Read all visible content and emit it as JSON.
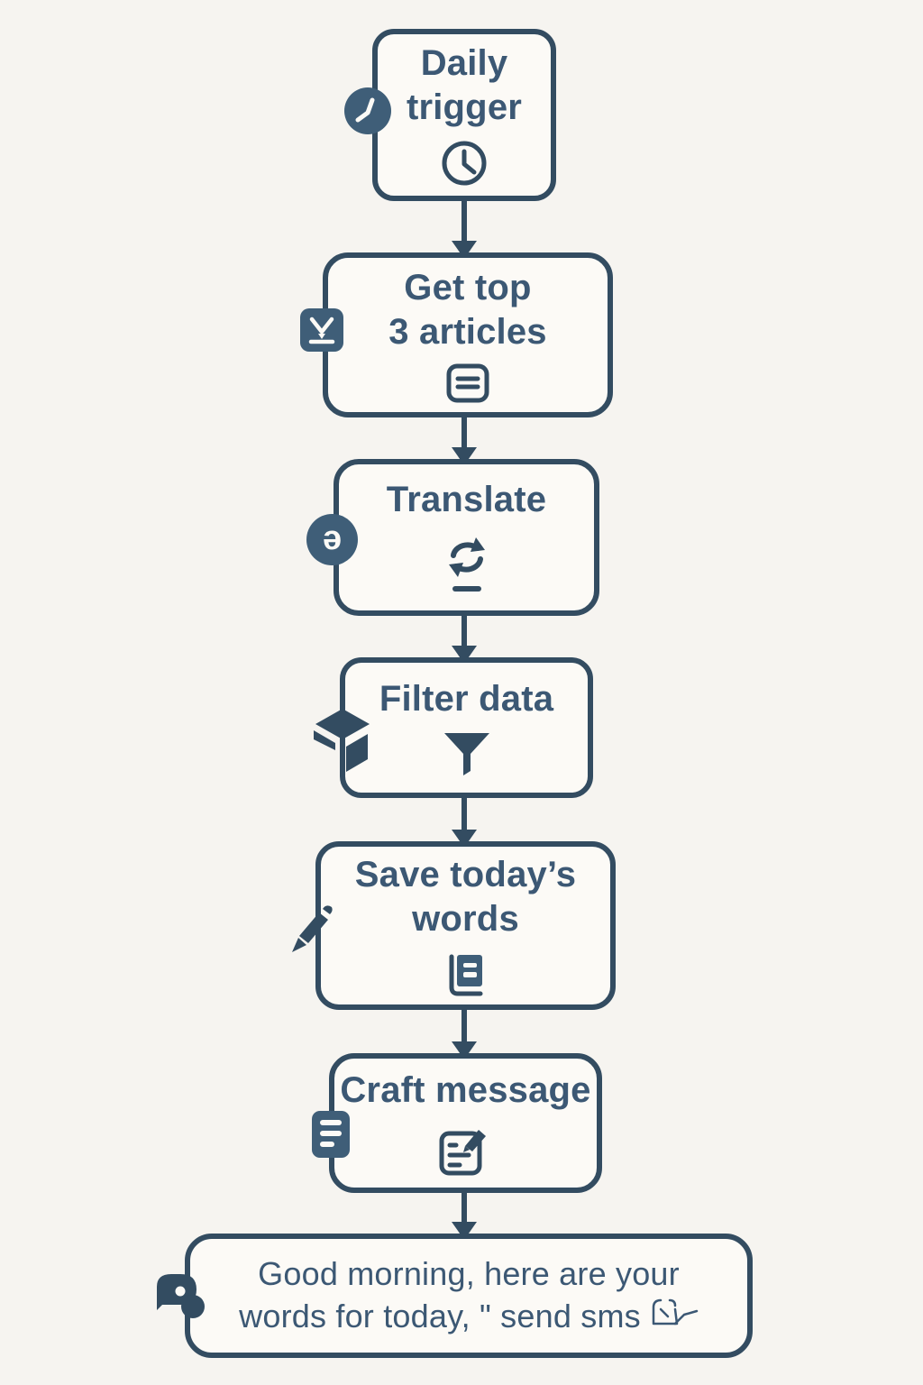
{
  "colors": {
    "background": "#f6f4f0",
    "box_fill": "#fcfaf6",
    "ink": "#334c61",
    "text": "#3c5874",
    "badge_fill": "#3f5e78"
  },
  "nodes": {
    "daily_trigger": {
      "line1": "Daily",
      "line2": "trigger"
    },
    "get_articles": {
      "line1": "Get top",
      "line2": "3 articles"
    },
    "translate": {
      "line1": "Translate"
    },
    "filter_data": {
      "line1": "Filter data"
    },
    "save_words": {
      "line1": "Save today’s",
      "line2": "words"
    },
    "craft_message": {
      "line1": "Craft message"
    },
    "send_sms": {
      "line1": "Good morning, here are your",
      "line2": "words for today, \" send sms"
    }
  },
  "badges": {
    "translate_char": "ə"
  },
  "icons": {
    "daily_trigger": "clock",
    "get_articles": "article-lines",
    "translate": "sync-arrows-underline",
    "filter_data": "funnel",
    "save_words": "notebook",
    "craft_message": "note-with-pencil",
    "send_sms": "sketch-chat-check",
    "badge_daily_trigger": "clock-hands",
    "badge_get_articles": "import-download",
    "badge_translate": "schwa-letter",
    "badge_filter_data": "isometric-cube",
    "badge_save_words": "pencil",
    "badge_craft_message": "text-lines",
    "badge_send_sms": "chat-bubble"
  }
}
